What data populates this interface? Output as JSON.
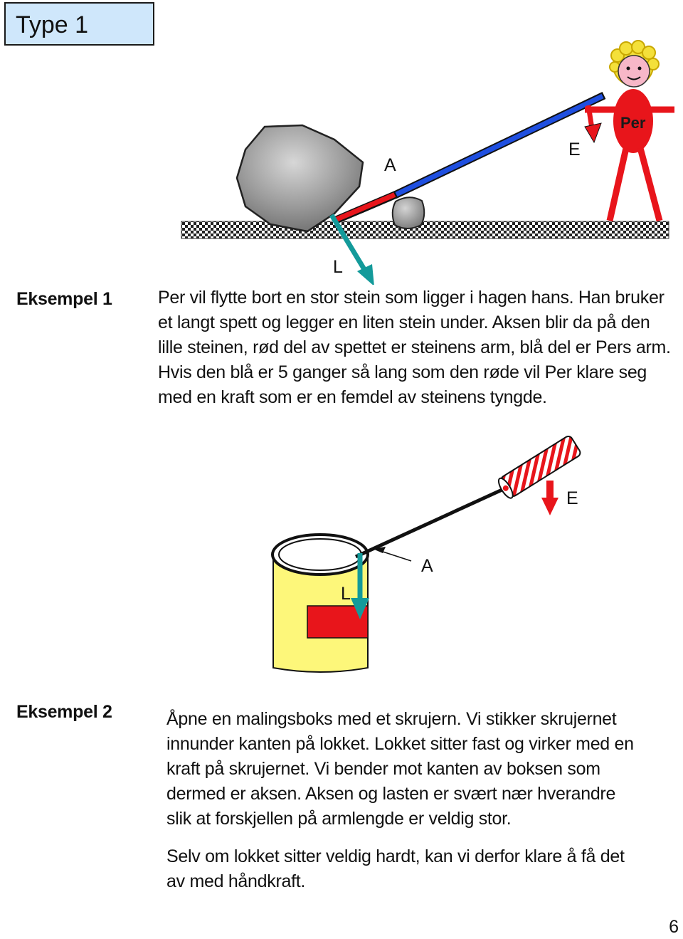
{
  "page": {
    "title": "Type 1",
    "page_number": "6"
  },
  "example1": {
    "label": "Eksempel 1",
    "paragraph": "Per vil flytte bort en stor stein som ligger i hagen hans. Han bruker et langt spett og legger en liten stein under. Aksen blir da på den lille steinen, rød del av spettet er steinens arm, blå del er Pers arm. Hvis den blå er 5 ganger så lang som den røde vil Per klare seg med en kraft som er en femdel av steinens tyngde.",
    "figure": {
      "label_A": "A",
      "label_E": "E",
      "label_L": "L",
      "person_name": "Per"
    }
  },
  "example2": {
    "label": "Eksempel 2",
    "paragraph1": "Åpne en malingsboks med et skrujern. Vi stikker skrujernet innunder kanten på lokket. Lokket sitter fast og virker med en kraft på skrujernet. Vi bender mot  kanten av boksen som dermed er aksen. Aksen og lasten er svært nær hverandre slik at forskjellen på armlengde er veldig stor.",
    "paragraph2": "Selv om lokket sitter veldig hardt, kan vi derfor klare å få det av med håndkraft.",
    "figure": {
      "label_A": "A",
      "label_E": "E",
      "label_L": "L"
    }
  },
  "colors": {
    "title_bg": "#cfe7fb",
    "lever_red": "#e8151b",
    "lever_blue": "#1f4fe0",
    "arrow_teal": "#139a9a",
    "can_yellow": "#fdf77a",
    "stone_gray": "#8a8a8a"
  }
}
